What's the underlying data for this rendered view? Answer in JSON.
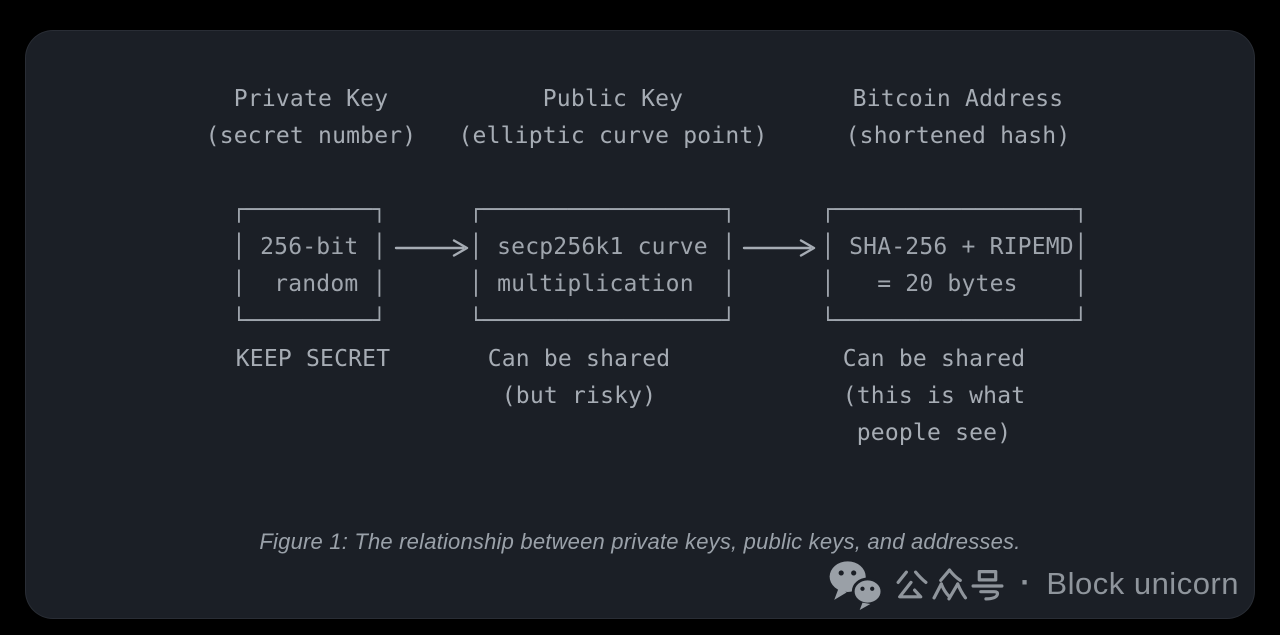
{
  "colors": {
    "page_bg": "#000000",
    "card_bg": "#1b1f26",
    "text": "#a6acb4",
    "caption": "#9aa1a9",
    "watermark": "#8f959c"
  },
  "diagram": {
    "columns": [
      {
        "id": "private-key",
        "header": [
          "Private Key",
          "(secret number)"
        ],
        "box": [
          "┌─────────┐",
          "│ 256-bit │",
          "│  random │",
          "└─────────┘"
        ],
        "box_lines": [
          "256-bit",
          "random"
        ],
        "note": [
          "KEEP SECRET"
        ]
      },
      {
        "id": "public-key",
        "header": [
          "Public Key",
          "(elliptic curve point)"
        ],
        "box": [
          "┌─────────────────┐",
          "│ secp256k1 curve │",
          "│ multiplication  │",
          "└─────────────────┘"
        ],
        "box_lines": [
          "secp256k1 curve",
          "multiplication"
        ],
        "note": [
          "Can be shared",
          "(but risky)"
        ]
      },
      {
        "id": "bitcoin-address",
        "header": [
          "Bitcoin Address",
          "(shortened hash)"
        ],
        "box": [
          "┌─────────────────┐",
          "│ SHA-256 + RIPEMD│",
          "│   = 20 bytes    │",
          "└─────────────────┘"
        ],
        "box_lines": [
          "SHA-256 + RIPEMD",
          "= 20 bytes"
        ],
        "note": [
          "Can be shared",
          "(this is what",
          "people see)"
        ]
      }
    ],
    "arrows": [
      {
        "from": "private-key",
        "to": "public-key",
        "icon": "arrow-right-icon"
      },
      {
        "from": "public-key",
        "to": "bitcoin-address",
        "icon": "arrow-right-icon"
      }
    ]
  },
  "caption": "Figure 1: The relationship between private keys, public keys, and addresses.",
  "watermark": {
    "icon": "wechat-icon",
    "cjk": "公众号",
    "separator": "·",
    "brand": "Block unicorn"
  }
}
